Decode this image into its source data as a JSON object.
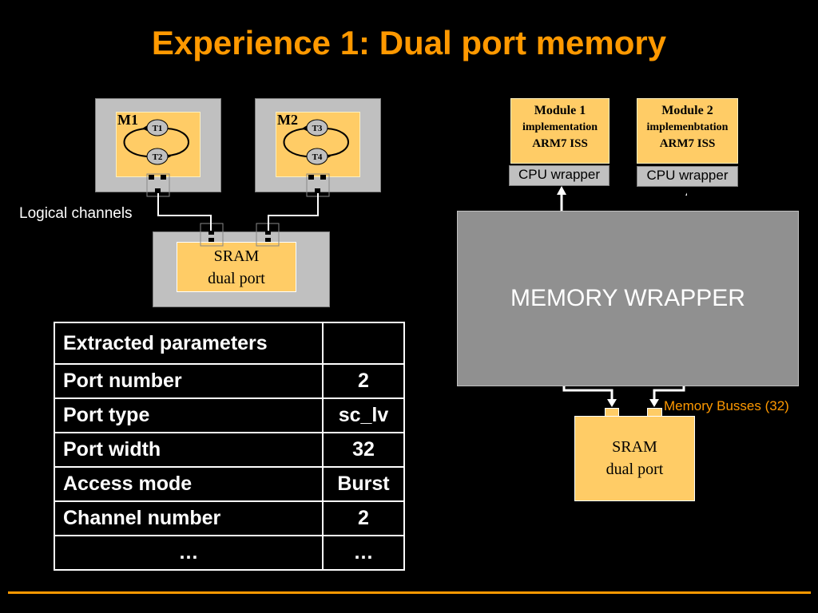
{
  "title": "Experience 1: Dual port memory",
  "left_diagram": {
    "module_1": {
      "label": "M1",
      "tasks": [
        "T1",
        "T2"
      ]
    },
    "module_2": {
      "label": "M2",
      "tasks": [
        "T3",
        "T4"
      ]
    },
    "logical_channels_label": "Logical channels",
    "sram": {
      "line1": "SRAM",
      "line2": "dual port"
    }
  },
  "right_diagram": {
    "module_1": {
      "line1": "Module 1",
      "line2": "implementation",
      "line3": "ARM7 ISS",
      "wrapper": "CPU wrapper"
    },
    "module_2": {
      "line1": "Module 2",
      "line2": "implemenbtation",
      "line3": "ARM7 ISS",
      "wrapper": "CPU wrapper"
    },
    "memory_wrapper": "MEMORY WRAPPER",
    "memory_busses_label": "Memory Busses (32)",
    "sram": {
      "line1": "SRAM",
      "line2": "dual port"
    }
  },
  "params_table": {
    "header": [
      "Extracted parameters",
      ""
    ],
    "rows": [
      [
        "Port number",
        "2"
      ],
      [
        "Port type",
        "sc_lv"
      ],
      [
        "Port width",
        "32"
      ],
      [
        "Access mode",
        "Burst"
      ],
      [
        "Channel number",
        "2"
      ],
      [
        "…",
        "…"
      ]
    ]
  },
  "colors": {
    "accent": "#ff9900",
    "box_yellow": "#ffcc66",
    "box_gray": "#c0c0c0",
    "wrapper_gray": "#909090"
  }
}
